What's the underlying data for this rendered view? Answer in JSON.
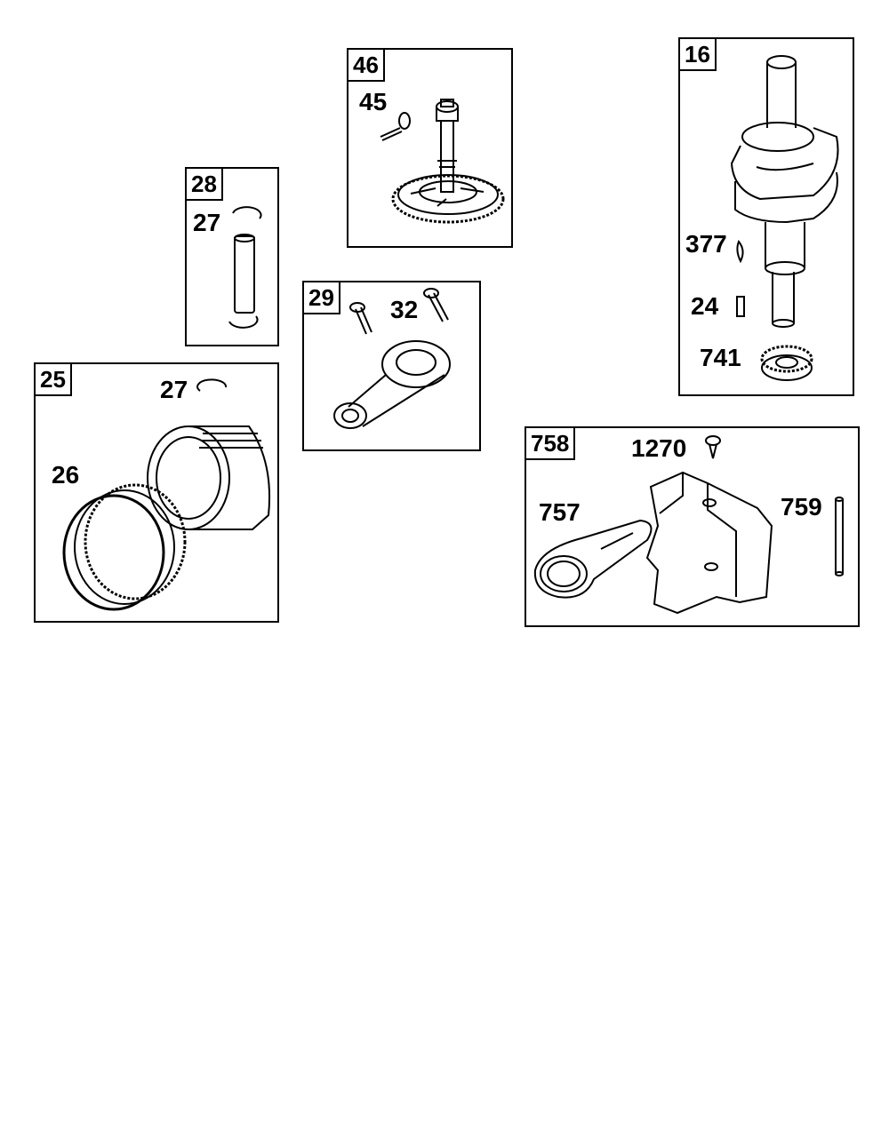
{
  "panels": {
    "p46": {
      "tag": "46",
      "callouts": [
        "45"
      ]
    },
    "p28": {
      "tag": "28",
      "callouts": [
        "27"
      ]
    },
    "p29": {
      "tag": "29",
      "callouts": [
        "32"
      ]
    },
    "p25": {
      "tag": "25",
      "callouts": [
        "27",
        "26"
      ]
    },
    "p16": {
      "tag": "16",
      "callouts": [
        "377",
        "24",
        "741"
      ]
    },
    "p758": {
      "tag": "758",
      "callouts": [
        "1270",
        "757",
        "759"
      ]
    }
  }
}
